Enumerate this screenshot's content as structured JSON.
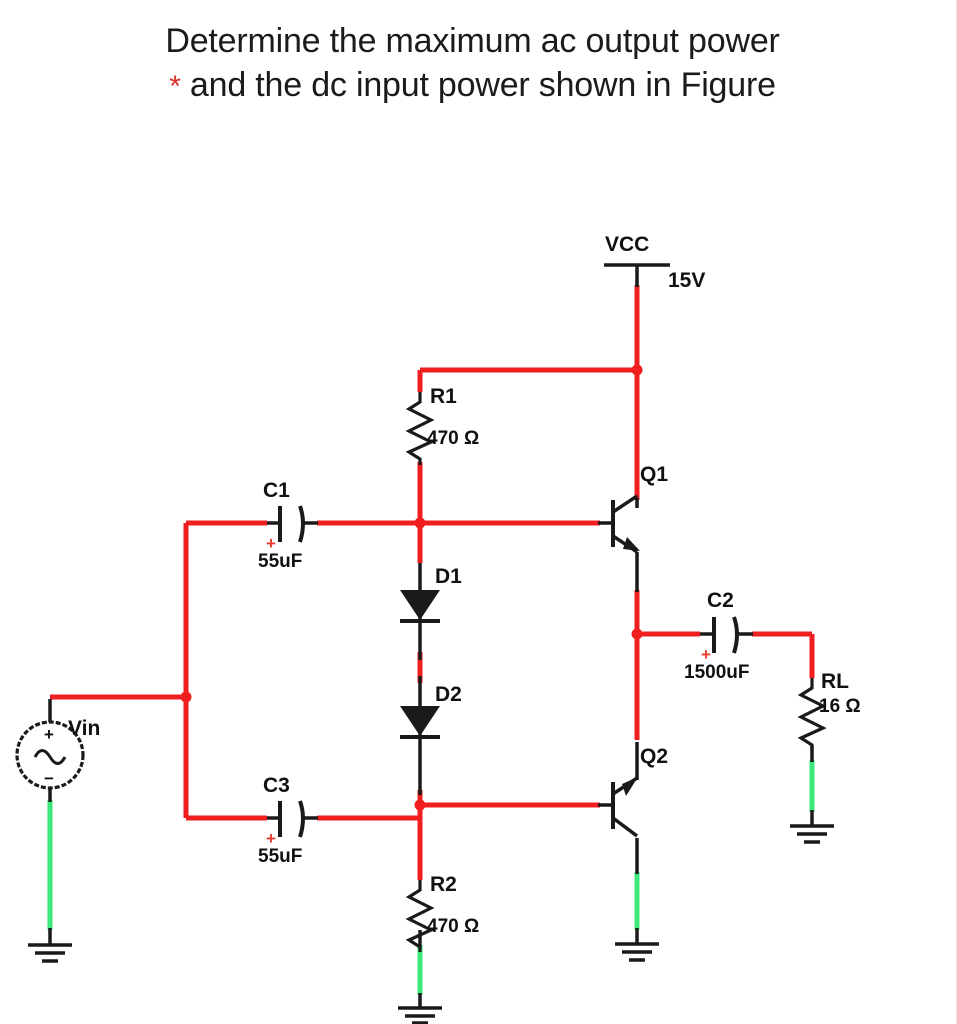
{
  "question": {
    "line1": "Determine the maximum ac output power",
    "asterisk": "*",
    "line2": "and the dc input power shown in Figure"
  },
  "colors": {
    "wire_red": "#f01e1e",
    "wire_green": "#3ce87a",
    "component_black": "#1a1a1a",
    "label_black": "#111111",
    "plus_red": "#e8392a",
    "background": "#ffffff",
    "page_edge": "#e3e3e3"
  },
  "schematic": {
    "title": "Class B push-pull complementary-symmetry amplifier",
    "supply": {
      "name": "VCC",
      "value": "15V"
    },
    "components": [
      {
        "id": "R1",
        "type": "resistor",
        "label": "R1",
        "value": "470 Ω"
      },
      {
        "id": "R2",
        "type": "resistor",
        "label": "R2",
        "value": "470 Ω"
      },
      {
        "id": "RL",
        "type": "resistor",
        "label": "RL",
        "value": "16 Ω"
      },
      {
        "id": "C1",
        "type": "capacitor",
        "label": "C1",
        "value": "55uF",
        "polarity": "+"
      },
      {
        "id": "C2",
        "type": "capacitor",
        "label": "C2",
        "value": "1500uF",
        "polarity": "+"
      },
      {
        "id": "C3",
        "type": "capacitor",
        "label": "C3",
        "value": "55uF",
        "polarity": "+"
      },
      {
        "id": "D1",
        "type": "diode",
        "label": "D1",
        "value": ""
      },
      {
        "id": "D2",
        "type": "diode",
        "label": "D2",
        "value": ""
      },
      {
        "id": "Q1",
        "type": "npn",
        "label": "Q1",
        "value": ""
      },
      {
        "id": "Q2",
        "type": "pnp",
        "label": "Q2",
        "value": ""
      },
      {
        "id": "Vin",
        "type": "ac-source",
        "label": "Vin",
        "value": "",
        "plus": "+",
        "minus": "−"
      }
    ],
    "grounds": [
      {
        "id": "gnd-vin"
      },
      {
        "id": "gnd-r2"
      },
      {
        "id": "gnd-q2"
      },
      {
        "id": "gnd-rl"
      }
    ]
  }
}
